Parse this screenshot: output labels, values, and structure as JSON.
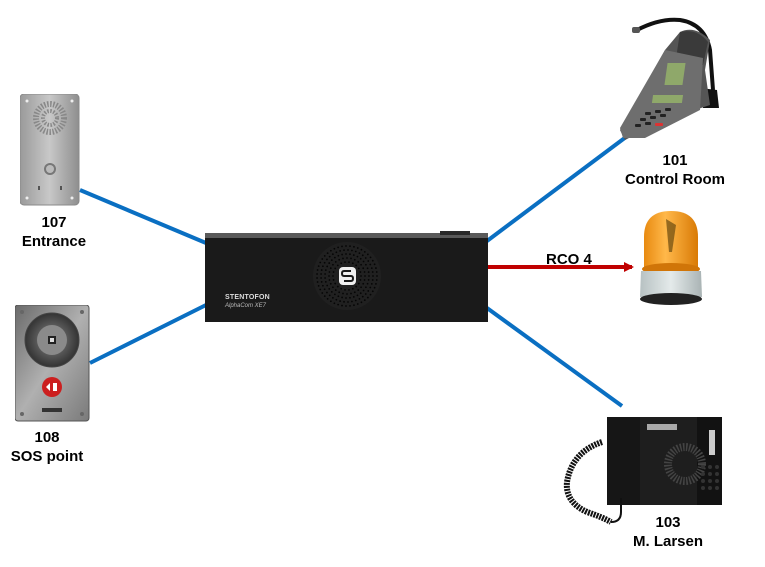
{
  "diagram": {
    "central_unit": {
      "brand": "STENTOFON",
      "model": "AlphaCom XE7",
      "logo": "S"
    },
    "nodes": [
      {
        "id": "entrance",
        "number": "107",
        "name": "Entrance",
        "device": "vandal-resistant intercom station"
      },
      {
        "id": "sos",
        "number": "108",
        "name": "SOS point",
        "device": "emergency call station"
      },
      {
        "id": "control",
        "number": "101",
        "name": "Control Room",
        "device": "desk master station with gooseneck microphone"
      },
      {
        "id": "larsen",
        "number": "103",
        "name": "M. Larsen",
        "device": "desk telephone station"
      },
      {
        "id": "beacon",
        "device": "amber rotating beacon"
      }
    ],
    "links": [
      {
        "from": "entrance",
        "to": "central",
        "type": "station"
      },
      {
        "from": "sos",
        "to": "central",
        "type": "station"
      },
      {
        "from": "central",
        "to": "control",
        "type": "station"
      },
      {
        "from": "central",
        "to": "larsen",
        "type": "station"
      },
      {
        "from": "central",
        "to": "beacon",
        "type": "relay",
        "label": "RCO 4"
      }
    ],
    "colors": {
      "station_link": "#0a6fc2",
      "relay_link": "#c00000"
    }
  }
}
